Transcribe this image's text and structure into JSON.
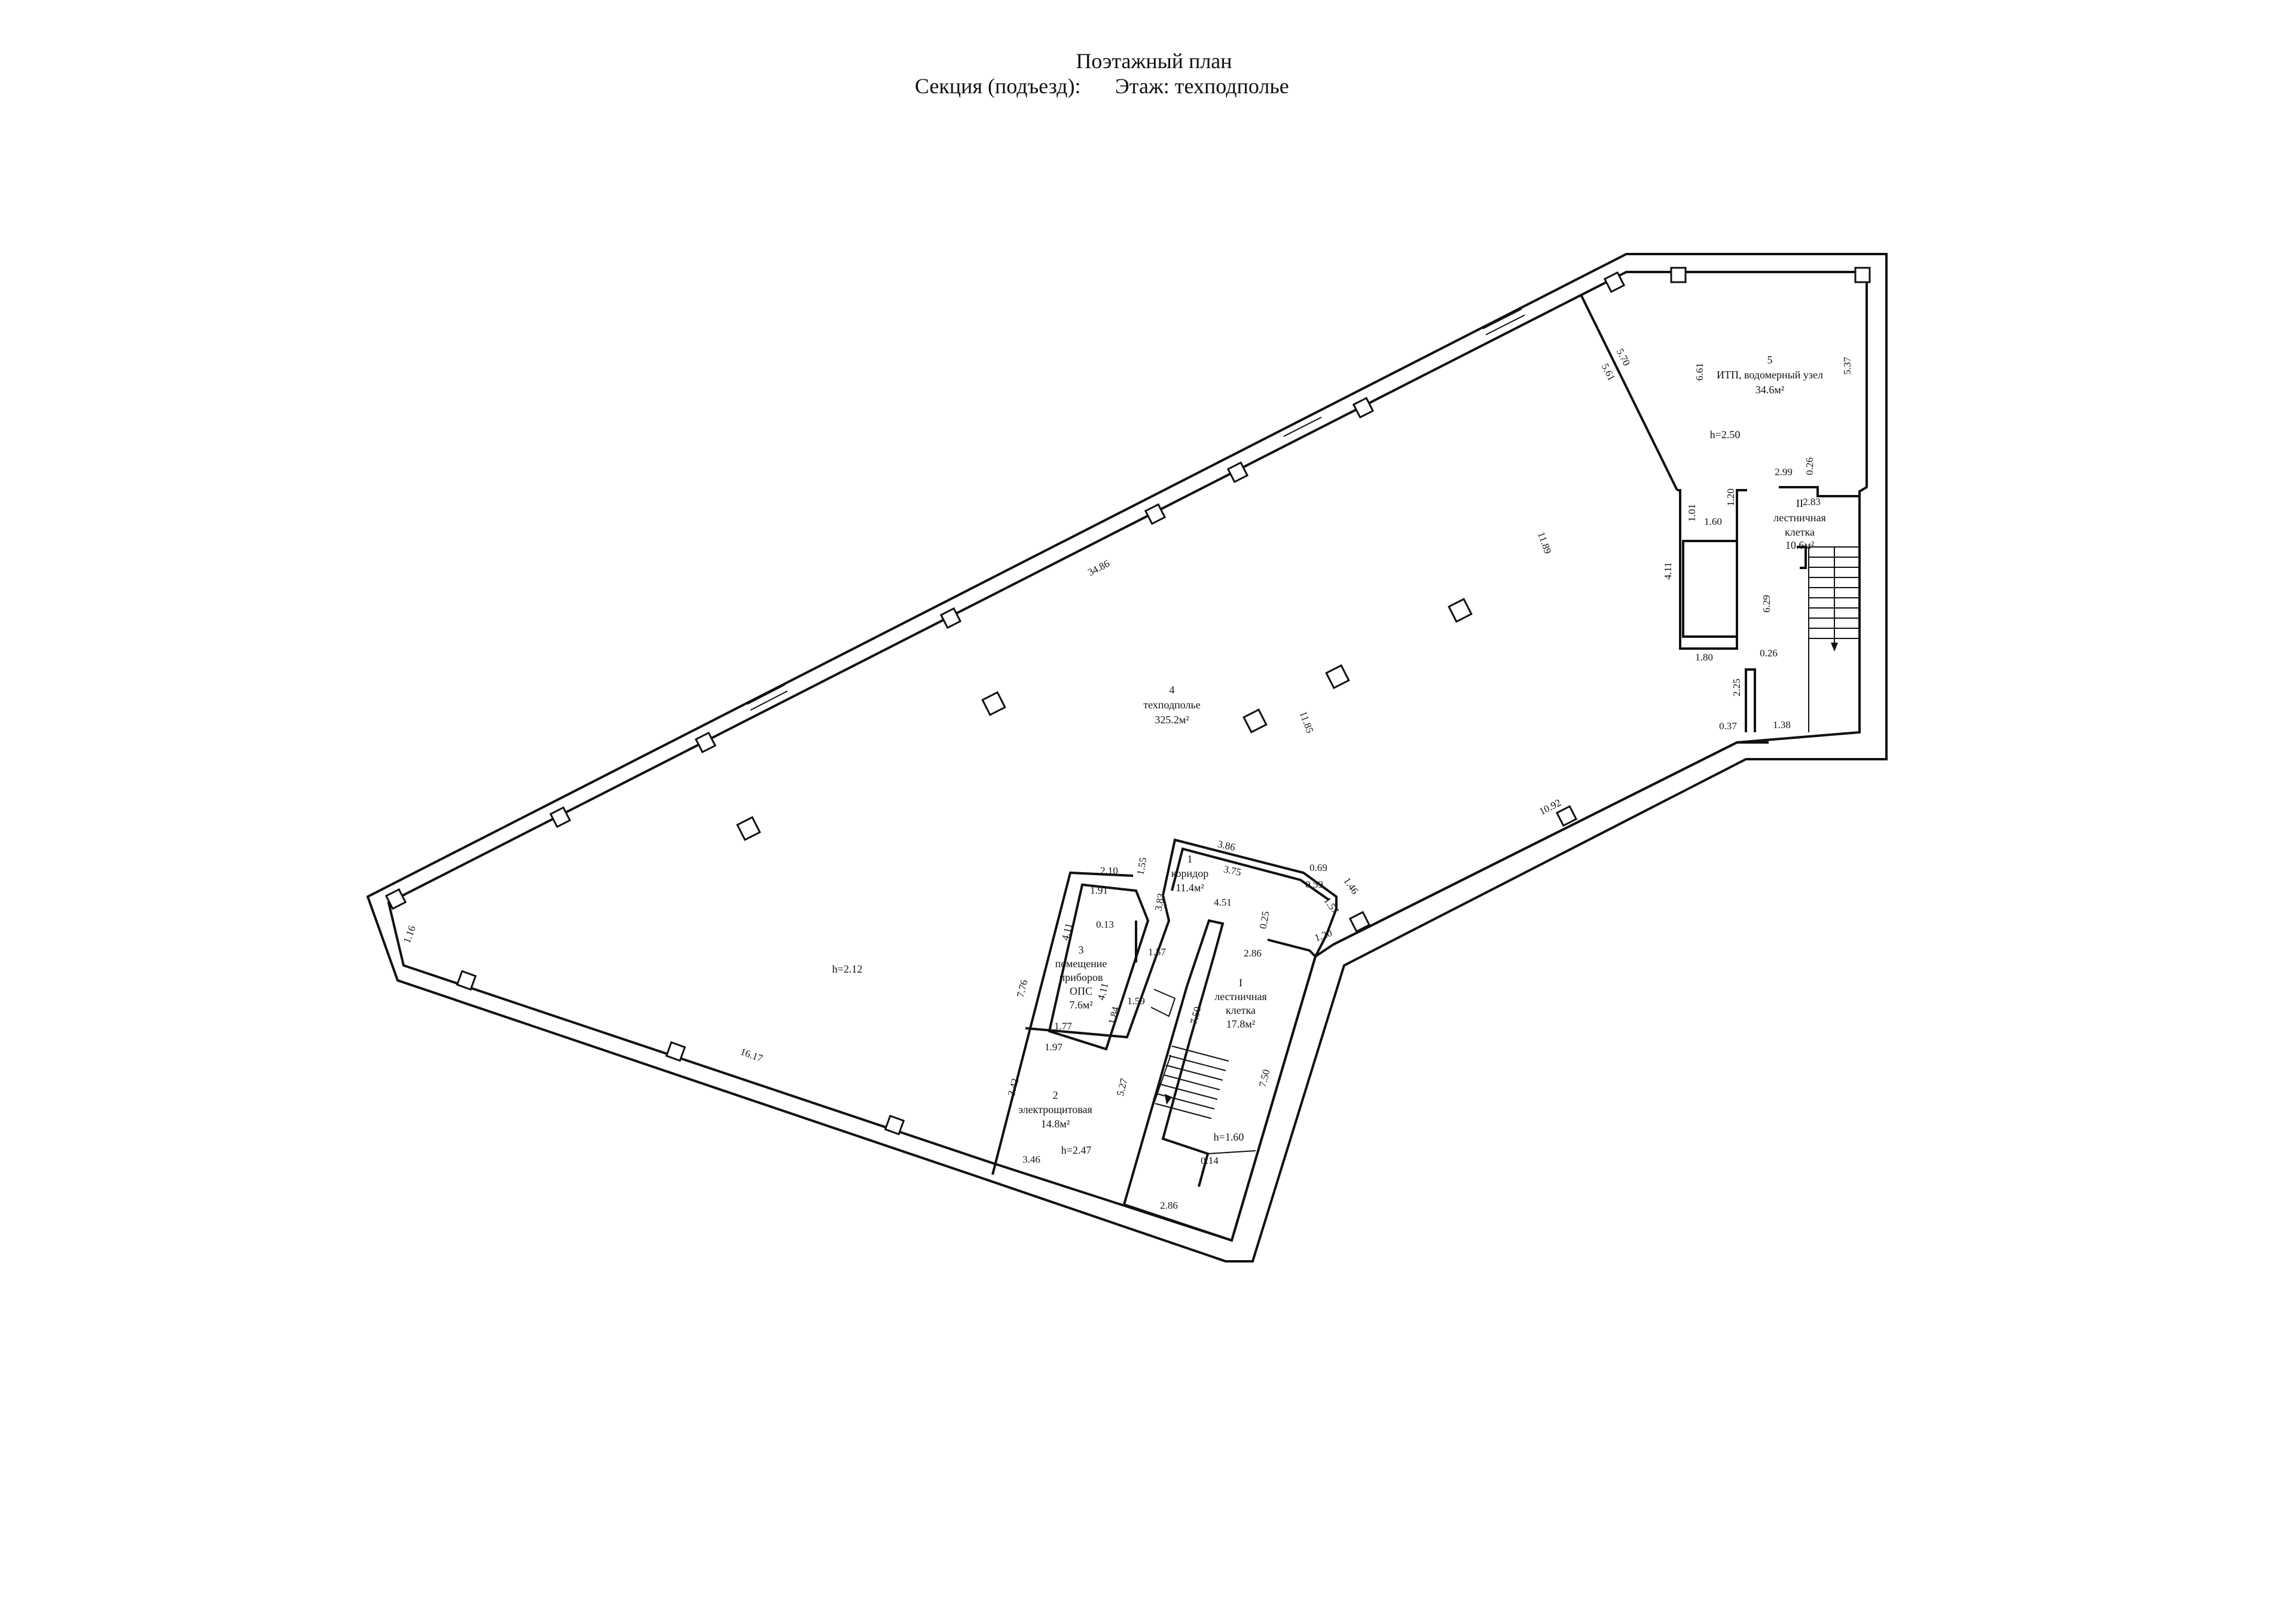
{
  "header": {
    "title": "Поэтажный план",
    "section_label": "Секция (подъезд):",
    "floor_label": "Этаж: техподполье"
  },
  "rooms": [
    {
      "num": "1",
      "name": "коридор",
      "area": "11.4м²"
    },
    {
      "num": "2",
      "name": "электрощитовая",
      "area": "14.8м²"
    },
    {
      "num": "3",
      "name_lines": [
        "помещение",
        "приборов",
        "ОПС"
      ],
      "area": "7.6м²"
    },
    {
      "num": "4",
      "name": "техподполье",
      "area": "325.2м²"
    },
    {
      "num": "5",
      "name": "ИТП, водомерный узел",
      "area": "34.6м²"
    },
    {
      "num": "I",
      "name_lines": [
        "лестничная",
        "клетка"
      ],
      "area": "17.8м²"
    },
    {
      "num": "II",
      "name_lines": [
        "лестничная",
        "клетка"
      ],
      "area": "10.6м²"
    }
  ],
  "heights": {
    "main": "h=2.12",
    "elec": "h=2.47",
    "itp": "h=2.50",
    "stair": "h=1.60"
  },
  "dims": {
    "d34_86": "34.86",
    "d16_17": "16.17",
    "d1_16": "1.16",
    "d10_92": "10.92",
    "d11_89": "11.89",
    "d11_85": "11.85",
    "d5_70": "5.70",
    "d5_61": "5.61",
    "d6_61": "6.61",
    "d5_37": "5.37",
    "d2_99": "2.99",
    "d0_26a": "0.26",
    "d2_83": "2.83",
    "d1_20": "1.20",
    "d1_01": "1.01",
    "d1_60": "1.60",
    "d4_11a": "4.11",
    "d6_29": "6.29",
    "d1_80": "1.80",
    "d0_26b": "0.26",
    "d2_25": "2.25",
    "d0_37": "0.37",
    "d1_38": "1.38",
    "d3_86": "3.86",
    "d3_75": "3.75",
    "d0_69": "0.69",
    "d0_59": "0.59",
    "d1_46": "1.46",
    "d1_57a": "1.57",
    "d1_20b": "1.20",
    "d1_55": "1.55",
    "d3_83": "3.83",
    "d4_51": "4.51",
    "d0_25": "0.25",
    "d2_86a": "2.86",
    "d2_10": "2.10",
    "d1_91": "1.91",
    "d0_13": "0.13",
    "d4_11b": "4.11",
    "d4_11c": "4.11",
    "d1_57b": "1.57",
    "d1_59": "1.59",
    "d1_84": "1.84",
    "d7_76": "7.76",
    "d1_77": "1.77",
    "d1_97": "1.97",
    "d3_42": "3.42",
    "d5_27": "5.27",
    "d3_46": "3.46",
    "d7_50a": "7.50",
    "d7_50b": "7.50",
    "d0_14": "0.14",
    "d2_86b": "2.86"
  }
}
